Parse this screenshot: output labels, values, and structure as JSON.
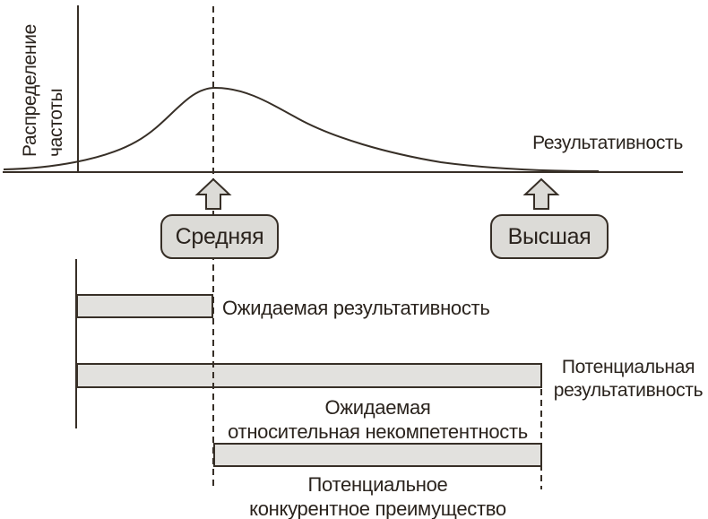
{
  "colors": {
    "background": "#ffffff",
    "line": "#372f27",
    "bar_fill": "#e2e1de",
    "box_fill": "#dcdbd7",
    "text": "#2a231d"
  },
  "axes": {
    "y_label_line1": "Распределение",
    "y_label_line2": "частоты",
    "x_label": "Результативность"
  },
  "markers": {
    "average_label": "Средняя",
    "highest_label": "Высшая"
  },
  "bands": {
    "expected_performance": "Ожидаемая результативность",
    "potential_performance_line1": "Потенциальная",
    "potential_performance_line2": "результативность",
    "expected_incompetence_line1": "Ожидаемая",
    "expected_incompetence_line2": "относительная некомпетентность",
    "competitive_advantage_line1": "Потенциальное",
    "competitive_advantage_line2": "конкурентное преимущество"
  }
}
